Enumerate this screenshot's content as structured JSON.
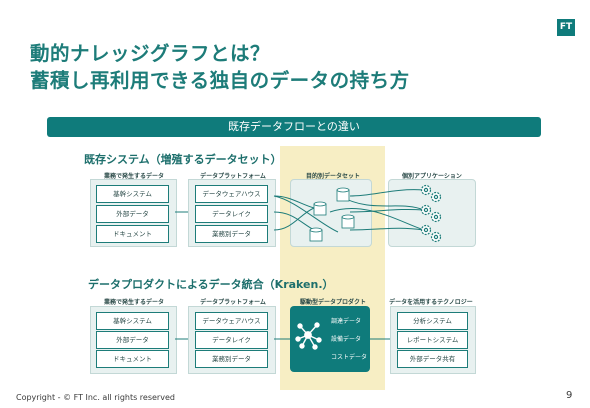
{
  "header": {
    "title_line1": "動的ナレッジグラフとは？",
    "title_line2": "蓄積し再利用できる独自のデータの持ち方",
    "logo": "FT"
  },
  "banner": {
    "label": "既存データフローとの違い"
  },
  "section_existing": {
    "title": "既存システム（増殖するデータセット）",
    "col_sources": "業務で発生するデータ",
    "col_platform": "データプラットフォーム",
    "col_datasets": "目的別データセット",
    "col_apps": "個別アプリケーション",
    "sources": [
      "基幹システム",
      "外部データ",
      "ドキュメント"
    ],
    "platform": [
      "データウェアハウス",
      "データレイク",
      "業務別データ"
    ]
  },
  "section_product": {
    "title": "データプロダクトによるデータ統合（Kraken.）",
    "col_sources": "業務で発生するデータ",
    "col_platform": "データプラットフォーム",
    "col_product": "駆動型データプロダクト",
    "col_tech": "データを活用するテクノロジー",
    "sources": [
      "基幹システム",
      "外部データ",
      "ドキュメント"
    ],
    "platform": [
      "データウェアハウス",
      "データレイク",
      "業務別データ"
    ],
    "product_items": [
      "調達データ",
      "設備データ",
      "コストデータ"
    ],
    "tech": [
      "分析システム",
      "レポートシステム",
      "外部データ共有"
    ]
  },
  "footer": {
    "copyright": "Copyright - © FT Inc. all rights reserved",
    "page": "9"
  }
}
